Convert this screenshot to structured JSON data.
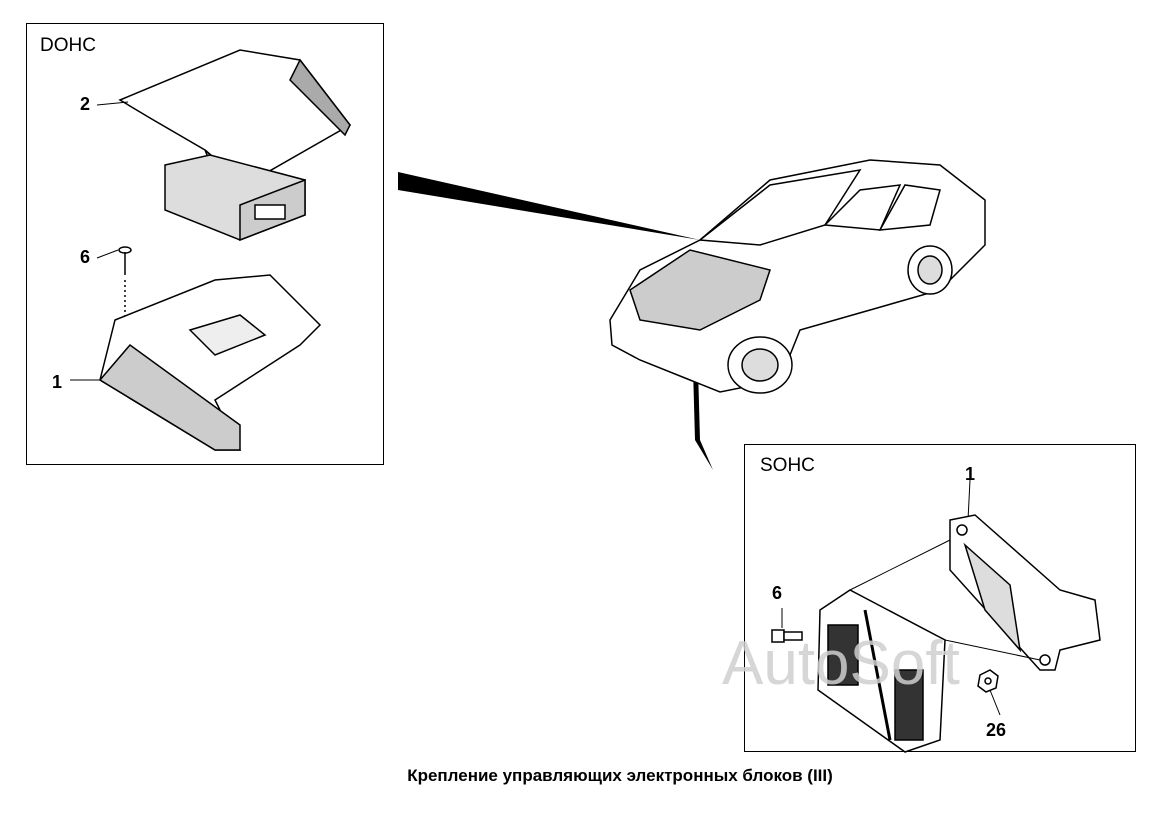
{
  "dohc_panel": {
    "label": "DOHC",
    "callouts": [
      "2",
      "6",
      "1"
    ]
  },
  "sohc_panel": {
    "label": "SOHC",
    "callouts": [
      "1",
      "6",
      "26"
    ]
  },
  "caption": "Крепление управляющих электронных блоков (III)",
  "watermark": "AutoSoft"
}
